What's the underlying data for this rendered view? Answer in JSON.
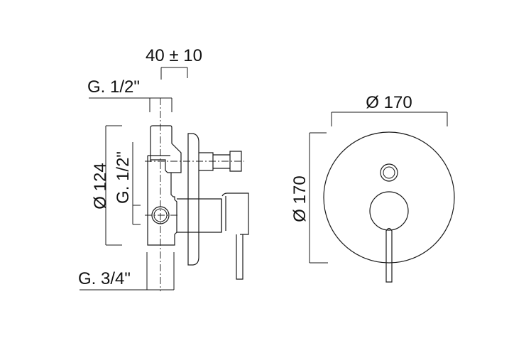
{
  "side_view": {
    "dim_depth": "40 ± 10",
    "dim_inlet_top": "G. 1/2\"",
    "dim_height": "Ø 124",
    "dim_outlet_side": "G. 1/2\"",
    "dim_inlet_bottom": "G. 3/4\""
  },
  "front_view": {
    "dim_width": "Ø 170",
    "dim_height": "Ø 170"
  }
}
